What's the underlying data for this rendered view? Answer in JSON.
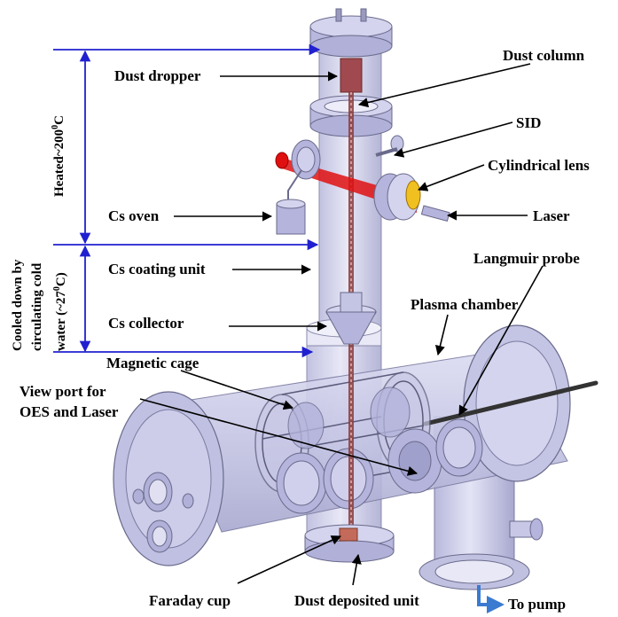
{
  "labels": {
    "dust_dropper": "Dust dropper",
    "dust_column": "Dust column",
    "sid": "SID",
    "cylindrical_lens": "Cylindrical lens",
    "laser": "Laser",
    "cs_oven": "Cs oven",
    "cs_coating_unit": "Cs coating unit",
    "langmuir_probe": "Langmuir probe",
    "plasma_chamber": "Plasma chamber",
    "cs_collector": "Cs collector",
    "magnetic_cage": "Magnetic cage",
    "view_port_line1": "View port for",
    "view_port_line2": "OES and Laser",
    "faraday_cup": "Faraday cup",
    "dust_deposited_unit": "Dust deposited unit",
    "to_pump": "To pump"
  },
  "vertical_labels": {
    "heated_prefix": "Heated~200",
    "heated_sup": "0",
    "heated_suffix": "C",
    "cooled_line1": "Cooled down by",
    "cooled_line2": "circulating cold",
    "cooled_line3_prefix": "water (~27",
    "cooled_line3_sup": "0",
    "cooled_line3_suffix": "C)"
  },
  "colors": {
    "arrow_blue": "#2020d0",
    "chamber_fill": "#c8c8e6",
    "chamber_stroke": "#6a6a8c",
    "flange_fill": "#b4b4dc",
    "column_red": "#8a3c3c",
    "laser_red": "#e01010",
    "lens_yellow": "#f0c020",
    "pump_arrow": "#3a7ad0"
  }
}
